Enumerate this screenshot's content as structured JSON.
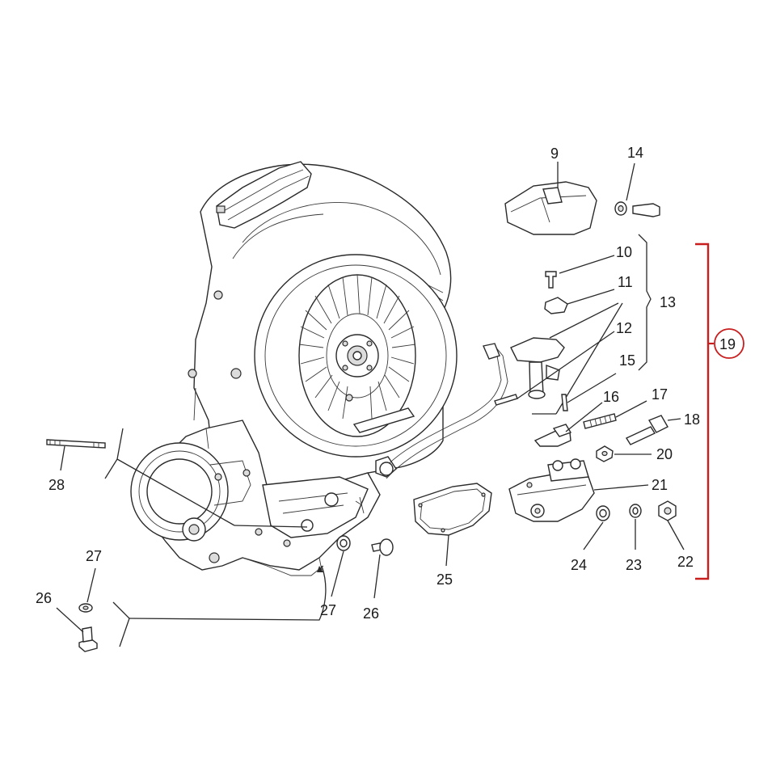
{
  "labels": {
    "p9": "9",
    "p10": "10",
    "p11": "11",
    "p12": "12",
    "p13": "13",
    "p14": "14",
    "p15": "15",
    "p16": "16",
    "p17": "17",
    "p18": "18",
    "p19": "19",
    "p20": "20",
    "p21": "21",
    "p22": "22",
    "p23": "23",
    "p24": "24",
    "p25": "25",
    "p26a": "26",
    "p26b": "26",
    "p27a": "27",
    "p27b": "27",
    "p28": "28"
  },
  "colors": {
    "bracket_red": "#c81e1e",
    "line": "#2a2a2a"
  }
}
